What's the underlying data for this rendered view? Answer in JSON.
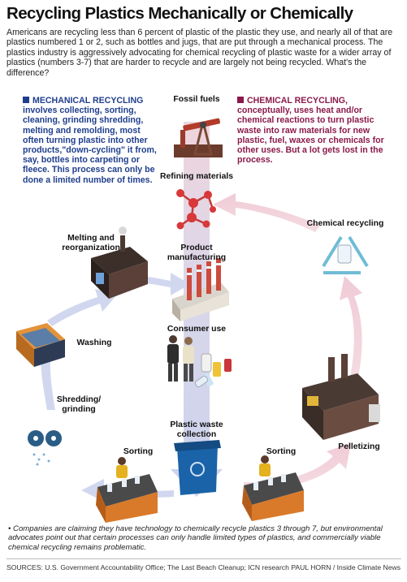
{
  "title": "Recycling Plastics Mechanically or Chemically",
  "intro": "Americans are recycling less than 6 percent of plastic of the plastic they use, and nearly all of that are plastics numbered 1 or 2, such as bottles and jugs, that are put through a mechanical process. The plastics industry is aggressively advocating for chemical recycling of plastic waste for a wider array of plastics (numbers 3-7) that are harder to recycle and are largely not being recycled. What's the difference?",
  "mechanical": {
    "heading": "MECHANICAL RECYCLING",
    "body": "involves collecting, sorting, cleaning, grinding shredding, melting and remolding, most often turning plastic into other products,\"down-cycling\" it from, say, bottles into carpeting or fleece. This process can only be done a limited number of times.",
    "color": "#1f3e8c"
  },
  "chemical": {
    "heading": "CHEMICAL RECYCLING,",
    "body": "conceptually, uses heat and/or chemical reactions to turn plastic waste into raw materials for new plastic, fuel, waxes or chemicals for other uses. But a lot gets lost in the process.",
    "color": "#8a1a4a"
  },
  "stages": {
    "fossil_fuels": "Fossil fuels",
    "refining": "Refining materials",
    "product_line1": "Product",
    "product_line2": "manufacturing",
    "consumer": "Consumer use",
    "waste_line1": "Plastic waste",
    "waste_line2": "collection",
    "sorting_left": "Sorting",
    "sorting_right": "Sorting",
    "shredding_line1": "Shredding/",
    "shredding_line2": "grinding",
    "washing": "Washing",
    "melting_line1": "Melting and",
    "melting_line2": "reorganization",
    "chem_recycling": "Chemical recycling",
    "pelletizing": "Pelletizing"
  },
  "footnote": "• Companies are claiming they have technology to chemically recycle plastics 3 through 7, but environmental advocates point out that certain processes can only handle limited types of plastics, and commercially viable chemical recycling remains problematic.",
  "sources": "SOURCES: U.S. Government Accountability Office; The Last Beach Cleanup; ICN research",
  "credit": "PAUL HORN / Inside Climate News",
  "colors": {
    "mechanical_arrow": "#c9d0ea",
    "chemical_arrow": "#f2cfd8",
    "center_arrow": "#dcd6ea"
  }
}
